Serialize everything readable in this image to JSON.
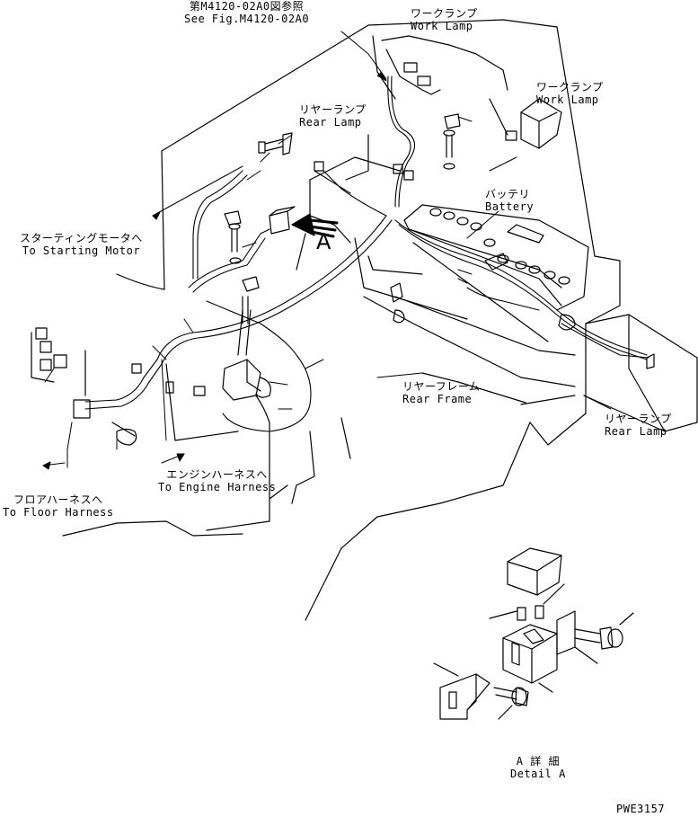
{
  "labels": {
    "see_fig": {
      "jp": "第M4120-02A0図参照",
      "en": "See Fig.M4120-02A0"
    },
    "work_lamp_1": {
      "jp": "ワークランプ",
      "en": "Work Lamp"
    },
    "work_lamp_2": {
      "jp": "ワークランプ",
      "en": "Work Lamp"
    },
    "rear_lamp_1": {
      "jp": "リヤーランプ",
      "en": "Rear Lamp"
    },
    "rear_lamp_2": {
      "jp": "リヤーランプ",
      "en": "Rear Lamp"
    },
    "battery": {
      "jp": "バッテリ",
      "en": "Battery"
    },
    "starting_motor": {
      "jp": "スターティングモータへ",
      "en": "To Starting Motor"
    },
    "rear_frame": {
      "jp": "リヤーフレーム",
      "en": "Rear Frame"
    },
    "engine_harness": {
      "jp": "エンジンハーネスへ",
      "en": "To Engine Harness"
    },
    "floor_harness": {
      "jp": "フロアハーネスへ",
      "en": "To Floor Harness"
    },
    "view_marker": "A",
    "detail": {
      "jp": "A 詳 細",
      "en": "Detail A"
    },
    "drawing_code": "PWE3157"
  }
}
